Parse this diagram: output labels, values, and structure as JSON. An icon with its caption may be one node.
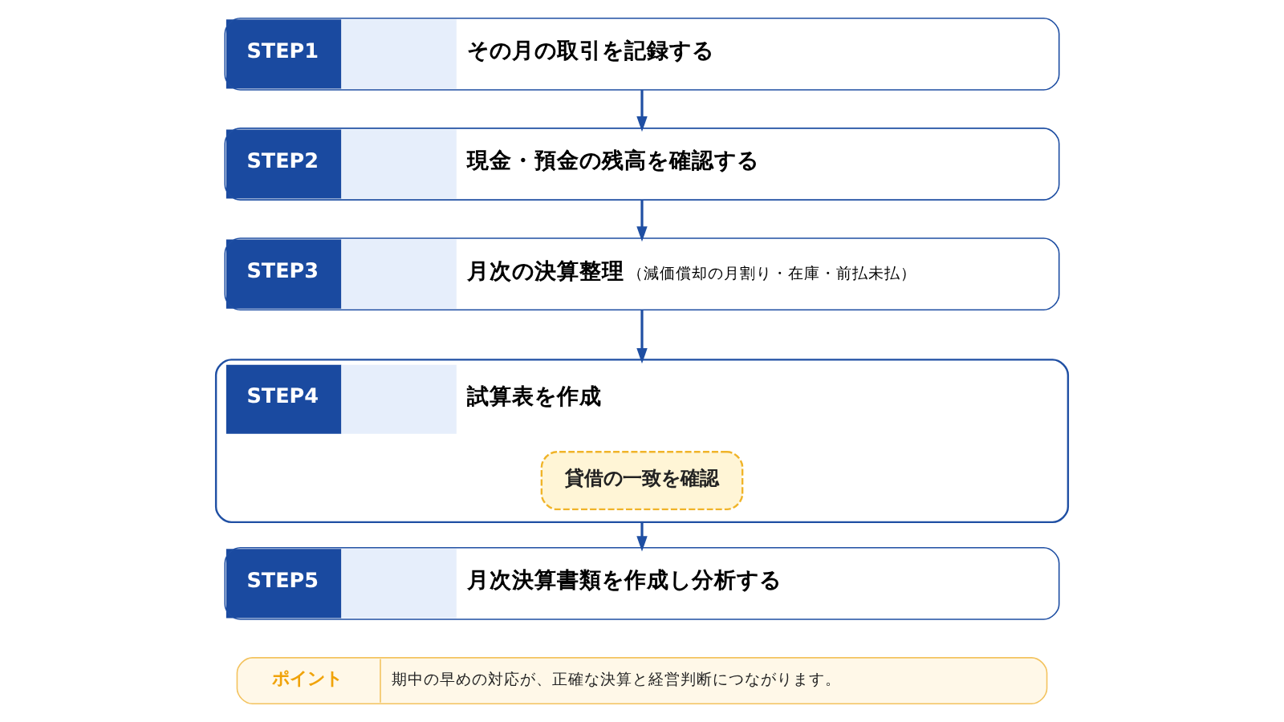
{
  "diagram": {
    "nodes": [
      {
        "text": [
          "STEP1",
          "その月の取引を記録する"
        ]
      },
      {
        "text": [
          "STEP2",
          "現金・預金の残高を確認する"
        ]
      },
      {
        "text": [
          "STEP3",
          "月次の決算整理",
          "（減価償却の月割り・在庫・前払未払）"
        ]
      },
      {
        "text": [
          "STEP4",
          "試算表を作成"
        ]
      },
      {
        "text": [
          "貸借の一致を確認"
        ],
        "in": 3
      },
      {
        "text": [
          "STEP5",
          "月次決算書類を作成し分析する"
        ]
      },
      {
        "text": [
          "ポイント",
          "期中の早めの対応が、正確な決算と経営判断につながります。"
        ]
      }
    ],
    "edges": [
      {
        "from": 0,
        "to": 1,
        "arrow": "to"
      },
      {
        "from": 1,
        "to": 2,
        "arrow": "to"
      },
      {
        "from": 2,
        "to": 3,
        "arrow": "to"
      },
      {
        "from": 3,
        "to": 5,
        "arrow": "to"
      }
    ]
  }
}
